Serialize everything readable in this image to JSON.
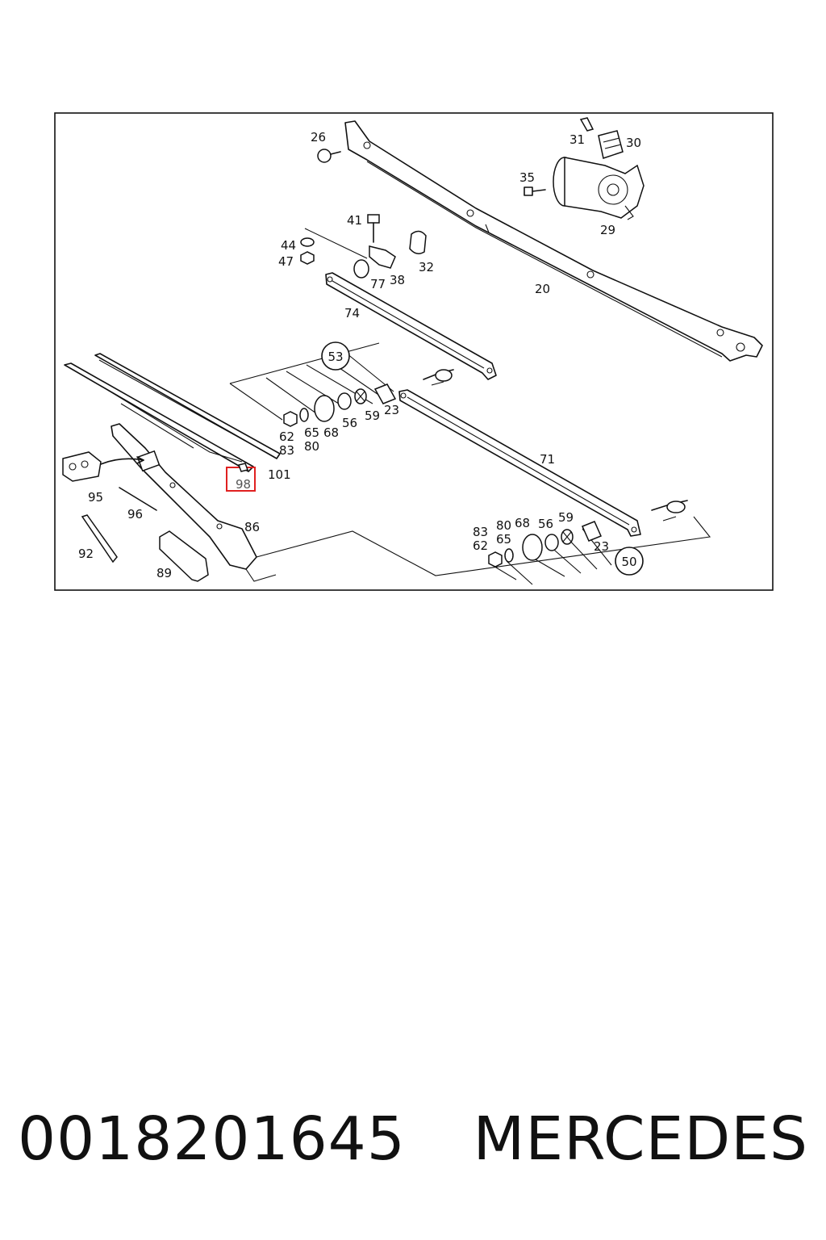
{
  "diagram": {
    "callouts": [
      {
        "id": "c26",
        "text": "26"
      },
      {
        "id": "c31",
        "text": "31"
      },
      {
        "id": "c30",
        "text": "30"
      },
      {
        "id": "c35",
        "text": "35"
      },
      {
        "id": "c29",
        "text": "29"
      },
      {
        "id": "c41",
        "text": "41"
      },
      {
        "id": "c44",
        "text": "44"
      },
      {
        "id": "c47",
        "text": "47"
      },
      {
        "id": "c77",
        "text": "77"
      },
      {
        "id": "c38",
        "text": "38"
      },
      {
        "id": "c32",
        "text": "32"
      },
      {
        "id": "c20",
        "text": "20"
      },
      {
        "id": "c74",
        "text": "74"
      },
      {
        "id": "c62a",
        "text": "62"
      },
      {
        "id": "c65a",
        "text": "65"
      },
      {
        "id": "c68a",
        "text": "68"
      },
      {
        "id": "c56a",
        "text": "56"
      },
      {
        "id": "c59a",
        "text": "59"
      },
      {
        "id": "c23a",
        "text": "23"
      },
      {
        "id": "c83a",
        "text": "83"
      },
      {
        "id": "c80a",
        "text": "80"
      },
      {
        "id": "c101",
        "text": "101"
      },
      {
        "id": "c71",
        "text": "71"
      },
      {
        "id": "c95",
        "text": "95"
      },
      {
        "id": "c96",
        "text": "96"
      },
      {
        "id": "c86",
        "text": "86"
      },
      {
        "id": "c92",
        "text": "92"
      },
      {
        "id": "c89",
        "text": "89"
      },
      {
        "id": "c83b",
        "text": "83"
      },
      {
        "id": "c80b",
        "text": "80"
      },
      {
        "id": "c68b",
        "text": "68"
      },
      {
        "id": "c56b",
        "text": "56"
      },
      {
        "id": "c59b",
        "text": "59"
      },
      {
        "id": "c62b",
        "text": "62"
      },
      {
        "id": "c65b",
        "text": "65"
      },
      {
        "id": "c23b",
        "text": "23"
      }
    ],
    "circled_callouts": [
      {
        "id": "g53",
        "text": "53"
      },
      {
        "id": "g50",
        "text": "50"
      }
    ],
    "highlighted_callout": {
      "text": "98",
      "highlight_color": "#e02020"
    }
  },
  "footer": {
    "part_number": "0018201645",
    "brand": "MERCEDES"
  }
}
